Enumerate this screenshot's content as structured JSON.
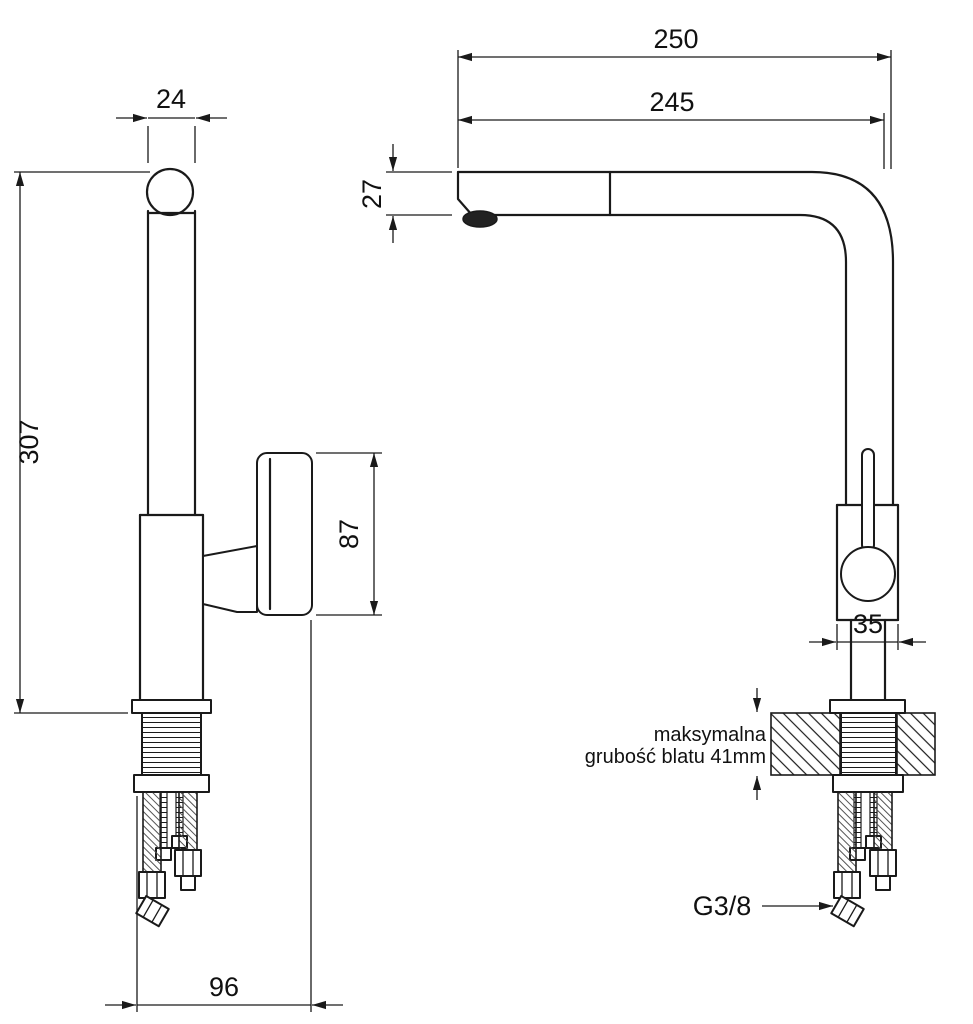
{
  "diagram": {
    "type": "technical-drawing",
    "subject": "kitchen-faucet-dimension-drawing",
    "colors": {
      "line": "#1a1a1a",
      "background": "#ffffff",
      "aerator": "#222222"
    },
    "labels": {
      "dim_spout_pipe_width": "24",
      "dim_total_height": "307",
      "dim_handle_length": "87",
      "dim_base_depth": "96",
      "dim_total_reach": "250",
      "dim_spout_reach": "245",
      "dim_spout_height": "27",
      "dim_body_width": "35",
      "note_line1": "maksymalna",
      "note_line2": "grubość blatu 41mm",
      "thread_label": "G3/8"
    }
  }
}
